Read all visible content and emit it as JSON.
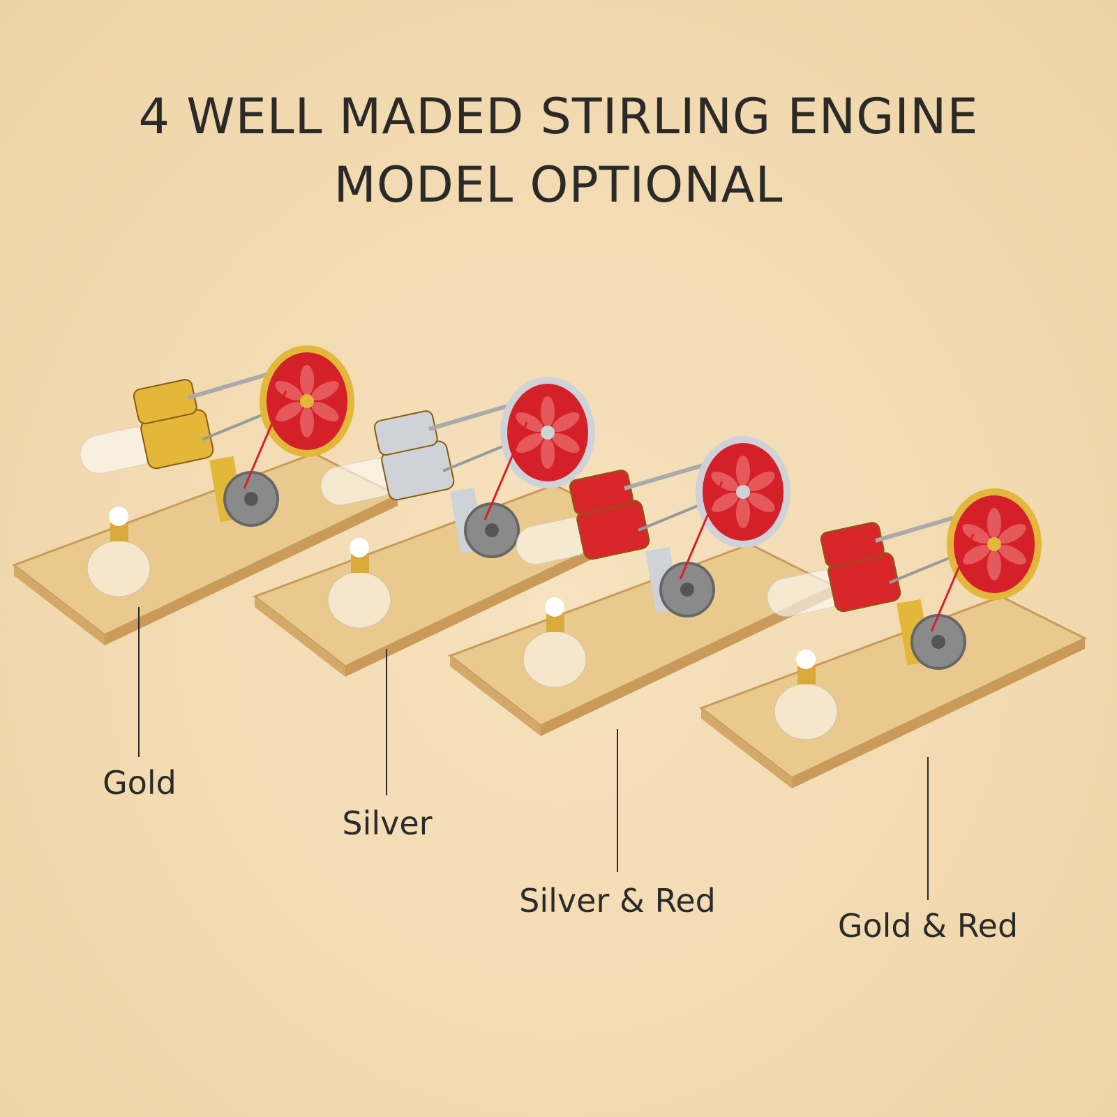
{
  "title": {
    "line1": "4 WELL MADED STIRLING ENGINE",
    "line2": "MODEL OPTIONAL"
  },
  "variants": [
    {
      "label": "Gold",
      "metal": "#e2b73a",
      "cylinder": "#e2b73a"
    },
    {
      "label": "Silver",
      "metal": "#cfd2d6",
      "cylinder": "#cfd2d6"
    },
    {
      "label": "Silver & Red",
      "metal": "#cfd2d6",
      "cylinder": "#d8262a"
    },
    {
      "label": "Gold & Red",
      "metal": "#e2b73a",
      "cylinder": "#d8262a"
    }
  ],
  "colors": {
    "background": "#f2d9b0",
    "text": "#2b2a28",
    "wood": "#e9c98e",
    "flywheel": "#d5202a"
  }
}
